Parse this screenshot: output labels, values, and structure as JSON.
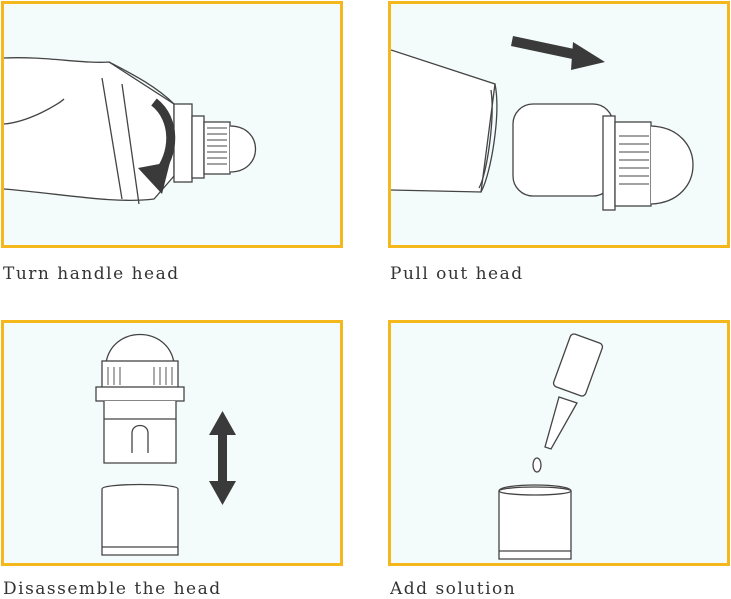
{
  "steps": [
    {
      "caption": "Turn handle head"
    },
    {
      "caption": "Pull out head"
    },
    {
      "caption": "Disassemble the head"
    },
    {
      "caption": "Add solution"
    }
  ],
  "colors": {
    "panel_border": "#f5b81c",
    "panel_fill": "#f3fbfb",
    "line": "#444444",
    "arrow": "#3a3a3a"
  },
  "icons": [
    "curved-rotate-arrow-icon",
    "right-arrow-icon",
    "double-vertical-arrow-icon"
  ]
}
